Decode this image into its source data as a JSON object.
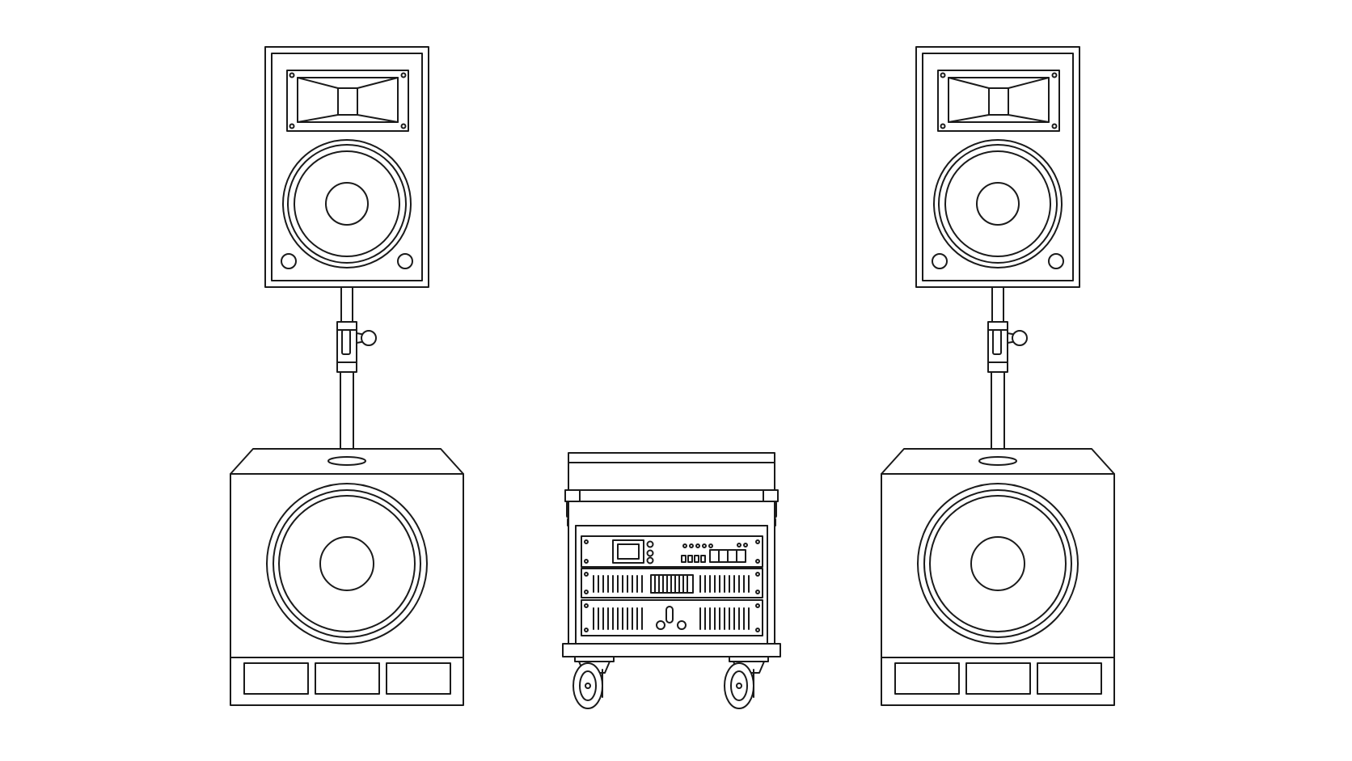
{
  "colors": {
    "background": "#ffffff",
    "line": "#1a1a1a",
    "fill": "#ffffff"
  },
  "scene": {
    "elements": [
      {
        "name": "left-top-speaker",
        "type": "full-range-speaker",
        "features": [
          "horn-tweeter",
          "woofer",
          "two-bass-ports"
        ]
      },
      {
        "name": "left-speaker-pole",
        "type": "speaker-pole",
        "features": [
          "height-clamp",
          "locking-knob"
        ]
      },
      {
        "name": "left-subwoofer",
        "type": "subwoofer",
        "features": [
          "large-woofer",
          "three-ports"
        ]
      },
      {
        "name": "center-rack-case",
        "type": "rolling-rack-case",
        "features": [
          "lid",
          "latches",
          "processor-unit",
          "amplifier-unit-1",
          "amplifier-unit-2",
          "casters"
        ]
      },
      {
        "name": "right-top-speaker",
        "type": "full-range-speaker",
        "features": [
          "horn-tweeter",
          "woofer",
          "two-bass-ports"
        ]
      },
      {
        "name": "right-speaker-pole",
        "type": "speaker-pole",
        "features": [
          "height-clamp",
          "locking-knob"
        ]
      },
      {
        "name": "right-subwoofer",
        "type": "subwoofer",
        "features": [
          "large-woofer",
          "three-ports"
        ]
      }
    ]
  }
}
